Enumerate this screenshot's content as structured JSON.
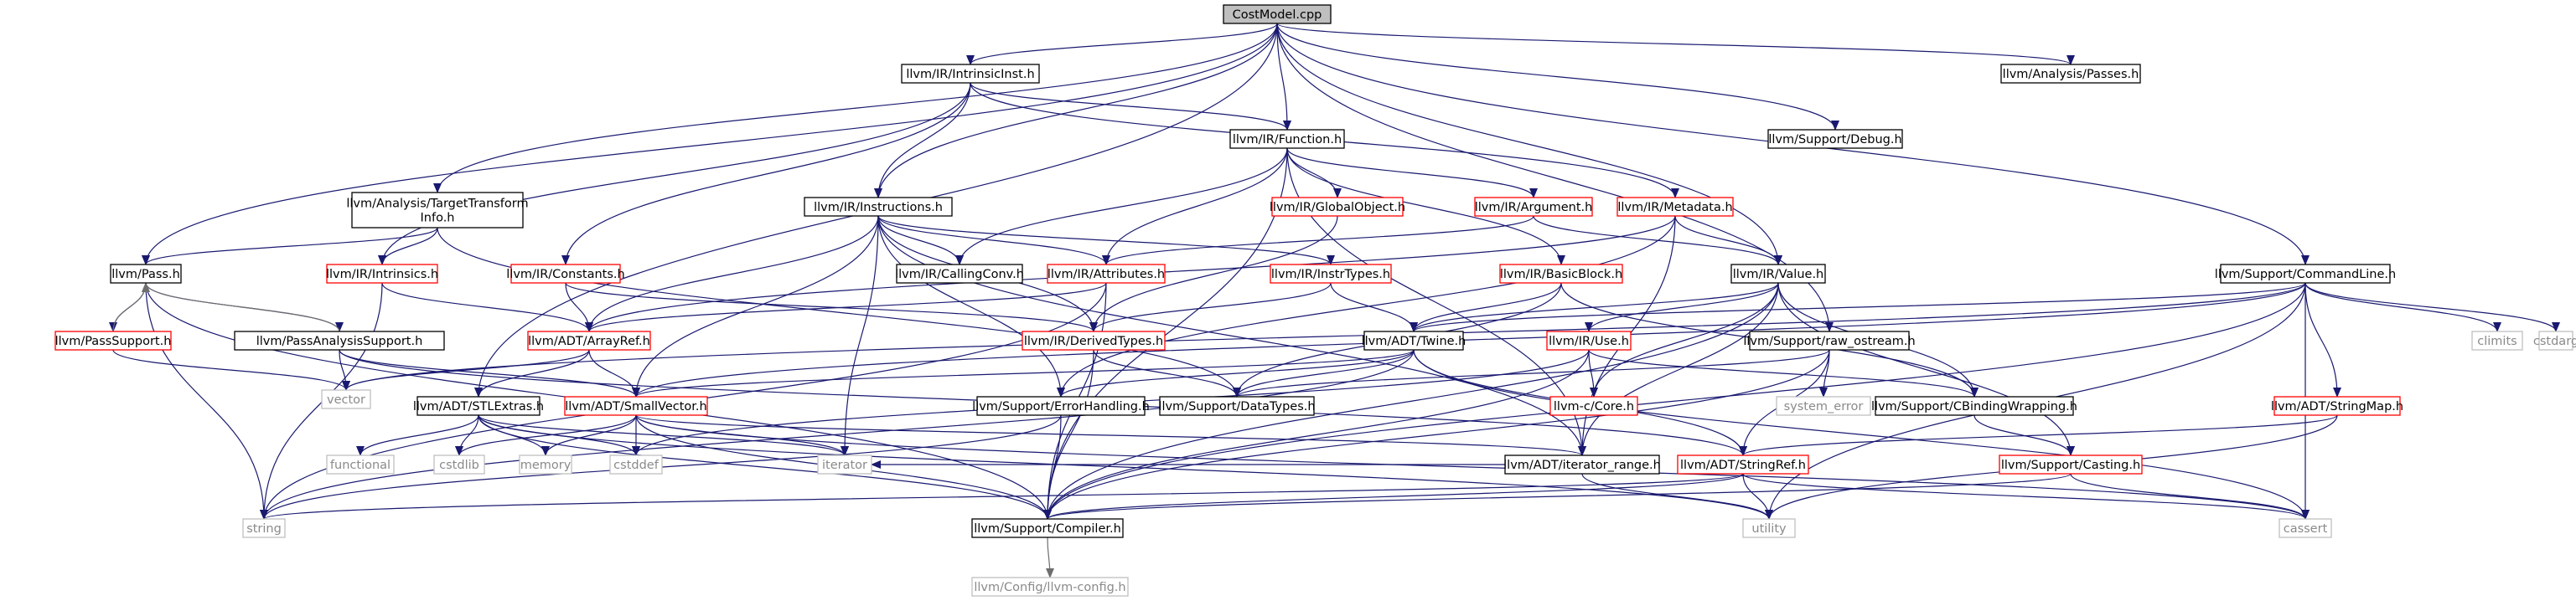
{
  "colors": {
    "edge": "#191970",
    "edge_alt": "#6e6e6e",
    "border_black": "#000000",
    "border_red": "#ff0000",
    "border_gray": "#bfbfbf",
    "root_fill": "#bfbfbf",
    "fill": "#ffffff"
  },
  "nodes": [
    {
      "id": "costmodel",
      "lines": [
        "CostModel.cpp"
      ],
      "kind": "root"
    },
    {
      "id": "intrinsicinst",
      "lines": [
        "llvm/IR/IntrinsicInst.h"
      ],
      "kind": "black"
    },
    {
      "id": "passes",
      "lines": [
        "llvm/Analysis/Passes.h"
      ],
      "kind": "black"
    },
    {
      "id": "function",
      "lines": [
        "llvm/IR/Function.h"
      ],
      "kind": "black"
    },
    {
      "id": "debug",
      "lines": [
        "llvm/Support/Debug.h"
      ],
      "kind": "black"
    },
    {
      "id": "tti",
      "lines": [
        "llvm/Analysis/TargetTransform",
        "Info.h"
      ],
      "kind": "black"
    },
    {
      "id": "instructions",
      "lines": [
        "llvm/IR/Instructions.h"
      ],
      "kind": "black"
    },
    {
      "id": "globalobject",
      "lines": [
        "llvm/IR/GlobalObject.h"
      ],
      "kind": "red"
    },
    {
      "id": "argument",
      "lines": [
        "llvm/IR/Argument.h"
      ],
      "kind": "red"
    },
    {
      "id": "metadata",
      "lines": [
        "llvm/IR/Metadata.h"
      ],
      "kind": "red"
    },
    {
      "id": "pass",
      "lines": [
        "llvm/Pass.h"
      ],
      "kind": "black"
    },
    {
      "id": "intrinsics",
      "lines": [
        "llvm/IR/Intrinsics.h"
      ],
      "kind": "red"
    },
    {
      "id": "constants",
      "lines": [
        "llvm/IR/Constants.h"
      ],
      "kind": "red"
    },
    {
      "id": "callingconv",
      "lines": [
        "llvm/IR/CallingConv.h"
      ],
      "kind": "black"
    },
    {
      "id": "attributes",
      "lines": [
        "llvm/IR/Attributes.h"
      ],
      "kind": "red"
    },
    {
      "id": "instrtypes",
      "lines": [
        "llvm/IR/InstrTypes.h"
      ],
      "kind": "red"
    },
    {
      "id": "basicblock",
      "lines": [
        "llvm/IR/BasicBlock.h"
      ],
      "kind": "red"
    },
    {
      "id": "value",
      "lines": [
        "llvm/IR/Value.h"
      ],
      "kind": "black"
    },
    {
      "id": "commandline",
      "lines": [
        "llvm/Support/CommandLine.h"
      ],
      "kind": "black"
    },
    {
      "id": "passsupport",
      "lines": [
        "llvm/PassSupport.h"
      ],
      "kind": "red"
    },
    {
      "id": "passanalysis",
      "lines": [
        "llvm/PassAnalysisSupport.h"
      ],
      "kind": "black"
    },
    {
      "id": "arrayref",
      "lines": [
        "llvm/ADT/ArrayRef.h"
      ],
      "kind": "red"
    },
    {
      "id": "derivedtypes",
      "lines": [
        "llvm/IR/DerivedTypes.h"
      ],
      "kind": "red"
    },
    {
      "id": "twine",
      "lines": [
        "llvm/ADT/Twine.h"
      ],
      "kind": "black"
    },
    {
      "id": "use",
      "lines": [
        "llvm/IR/Use.h"
      ],
      "kind": "red"
    },
    {
      "id": "rawostream",
      "lines": [
        "llvm/Support/raw_ostream.h"
      ],
      "kind": "black"
    },
    {
      "id": "climits",
      "lines": [
        "climits"
      ],
      "kind": "gray"
    },
    {
      "id": "cstdarg",
      "lines": [
        "cstdarg"
      ],
      "kind": "gray"
    },
    {
      "id": "vector",
      "lines": [
        "vector"
      ],
      "kind": "gray"
    },
    {
      "id": "stlextras",
      "lines": [
        "llvm/ADT/STLExtras.h"
      ],
      "kind": "black"
    },
    {
      "id": "smallvector",
      "lines": [
        "llvm/ADT/SmallVector.h"
      ],
      "kind": "red"
    },
    {
      "id": "errorhandling",
      "lines": [
        "llvm/Support/ErrorHandling.h"
      ],
      "kind": "black"
    },
    {
      "id": "datatypes",
      "lines": [
        "llvm/Support/DataTypes.h"
      ],
      "kind": "black"
    },
    {
      "id": "llvmccore",
      "lines": [
        "llvm-c/Core.h"
      ],
      "kind": "red"
    },
    {
      "id": "systemerror",
      "lines": [
        "system_error"
      ],
      "kind": "gray"
    },
    {
      "id": "cbinding",
      "lines": [
        "llvm/Support/CBindingWrapping.h"
      ],
      "kind": "black"
    },
    {
      "id": "stringmap",
      "lines": [
        "llvm/ADT/StringMap.h"
      ],
      "kind": "red"
    },
    {
      "id": "functional",
      "lines": [
        "functional"
      ],
      "kind": "gray"
    },
    {
      "id": "cstdlib",
      "lines": [
        "cstdlib"
      ],
      "kind": "gray"
    },
    {
      "id": "memory",
      "lines": [
        "memory"
      ],
      "kind": "gray"
    },
    {
      "id": "cstddef",
      "lines": [
        "cstddef"
      ],
      "kind": "gray"
    },
    {
      "id": "iterator",
      "lines": [
        "iterator"
      ],
      "kind": "gray"
    },
    {
      "id": "iteratorrange",
      "lines": [
        "llvm/ADT/iterator_range.h"
      ],
      "kind": "black"
    },
    {
      "id": "stringref",
      "lines": [
        "llvm/ADT/StringRef.h"
      ],
      "kind": "red"
    },
    {
      "id": "casting",
      "lines": [
        "llvm/Support/Casting.h"
      ],
      "kind": "red"
    },
    {
      "id": "string",
      "lines": [
        "string"
      ],
      "kind": "gray"
    },
    {
      "id": "compiler",
      "lines": [
        "llvm/Support/Compiler.h"
      ],
      "kind": "black"
    },
    {
      "id": "utility",
      "lines": [
        "utility"
      ],
      "kind": "gray"
    },
    {
      "id": "cassert",
      "lines": [
        "cassert"
      ],
      "kind": "gray"
    },
    {
      "id": "llvmconfig",
      "lines": [
        "llvm/Config/llvm-config.h"
      ],
      "kind": "gray"
    }
  ],
  "edges": [
    [
      "costmodel",
      "intrinsicinst"
    ],
    [
      "costmodel",
      "passes"
    ],
    [
      "costmodel",
      "function"
    ],
    [
      "costmodel",
      "debug"
    ],
    [
      "costmodel",
      "tti"
    ],
    [
      "costmodel",
      "instructions"
    ],
    [
      "costmodel",
      "pass"
    ],
    [
      "costmodel",
      "value"
    ],
    [
      "costmodel",
      "commandline"
    ],
    [
      "costmodel",
      "rawostream"
    ],
    [
      "costmodel",
      "stlextras"
    ],
    [
      "intrinsicinst",
      "function"
    ],
    [
      "intrinsicinst",
      "instructions"
    ],
    [
      "intrinsicinst",
      "intrinsics"
    ],
    [
      "intrinsicinst",
      "constants"
    ],
    [
      "intrinsicinst",
      "metadata"
    ],
    [
      "function",
      "globalobject"
    ],
    [
      "function",
      "argument"
    ],
    [
      "function",
      "basicblock"
    ],
    [
      "function",
      "attributes"
    ],
    [
      "function",
      "callingconv"
    ],
    [
      "function",
      "iteratorrange"
    ],
    [
      "function",
      "compiler"
    ],
    [
      "tti",
      "intrinsics"
    ],
    [
      "tti",
      "pass"
    ],
    [
      "tti",
      "datatypes"
    ],
    [
      "instructions",
      "attributes"
    ],
    [
      "instructions",
      "callingconv"
    ],
    [
      "instructions",
      "instrtypes"
    ],
    [
      "instructions",
      "derivedtypes"
    ],
    [
      "instructions",
      "arrayref"
    ],
    [
      "instructions",
      "smallvector"
    ],
    [
      "instructions",
      "iterator"
    ],
    [
      "instructions",
      "errorhandling"
    ],
    [
      "instructions",
      "iteratorrange"
    ],
    [
      "globalobject",
      "derivedtypes"
    ],
    [
      "argument",
      "value"
    ],
    [
      "argument",
      "attributes"
    ],
    [
      "metadata",
      "value"
    ],
    [
      "metadata",
      "arrayref"
    ],
    [
      "metadata",
      "iteratorrange"
    ],
    [
      "metadata",
      "errorhandling"
    ],
    [
      "pass",
      "passsupport"
    ],
    [
      "pass",
      "passanalysis"
    ],
    [
      "pass",
      "string"
    ],
    [
      "pass",
      "compiler"
    ],
    [
      "intrinsics",
      "arrayref"
    ],
    [
      "intrinsics",
      "string"
    ],
    [
      "constants",
      "arrayref"
    ],
    [
      "constants",
      "derivedtypes"
    ],
    [
      "attributes",
      "arrayref"
    ],
    [
      "attributes",
      "compiler"
    ],
    [
      "attributes",
      "string"
    ],
    [
      "instrtypes",
      "derivedtypes"
    ],
    [
      "instrtypes",
      "twine"
    ],
    [
      "basicblock",
      "twine"
    ],
    [
      "basicblock",
      "datatypes"
    ],
    [
      "basicblock",
      "cbinding"
    ],
    [
      "value",
      "use"
    ],
    [
      "value",
      "twine"
    ],
    [
      "value",
      "cbinding"
    ],
    [
      "value",
      "llvmccore"
    ],
    [
      "value",
      "casting"
    ],
    [
      "value",
      "compiler"
    ],
    [
      "value",
      "iteratorrange"
    ],
    [
      "commandline",
      "twine"
    ],
    [
      "commandline",
      "stringmap"
    ],
    [
      "commandline",
      "climits"
    ],
    [
      "commandline",
      "cstdarg"
    ],
    [
      "commandline",
      "vector"
    ],
    [
      "commandline",
      "utility"
    ],
    [
      "commandline",
      "cassert"
    ],
    [
      "commandline",
      "compiler"
    ],
    [
      "commandline",
      "smallvector"
    ],
    [
      "passsupport",
      "pass"
    ],
    [
      "passsupport",
      "vector"
    ],
    [
      "passanalysis",
      "pass"
    ],
    [
      "passanalysis",
      "vector"
    ],
    [
      "passanalysis",
      "smallvector"
    ],
    [
      "passanalysis",
      "stringref"
    ],
    [
      "arrayref",
      "vector"
    ],
    [
      "arrayref",
      "stlextras"
    ],
    [
      "arrayref",
      "smallvector"
    ],
    [
      "derivedtypes",
      "compiler"
    ],
    [
      "derivedtypes",
      "datatypes"
    ],
    [
      "twine",
      "smallvector"
    ],
    [
      "twine",
      "stringref"
    ],
    [
      "twine",
      "errorhandling"
    ],
    [
      "twine",
      "datatypes"
    ],
    [
      "twine",
      "cassert"
    ],
    [
      "twine",
      "string"
    ],
    [
      "use",
      "compiler"
    ],
    [
      "use",
      "llvmccore"
    ],
    [
      "use",
      "cbinding"
    ],
    [
      "use",
      "cstddef"
    ],
    [
      "rawostream",
      "compiler"
    ],
    [
      "rawostream",
      "datatypes"
    ],
    [
      "rawostream",
      "systemerror"
    ],
    [
      "rawostream",
      "stringref"
    ],
    [
      "stlextras",
      "functional"
    ],
    [
      "stlextras",
      "cstdlib"
    ],
    [
      "stlextras",
      "memory"
    ],
    [
      "stlextras",
      "cstddef"
    ],
    [
      "stlextras",
      "iterator"
    ],
    [
      "stlextras",
      "compiler"
    ],
    [
      "stlextras",
      "utility"
    ],
    [
      "smallvector",
      "memory"
    ],
    [
      "smallvector",
      "cstddef"
    ],
    [
      "smallvector",
      "cstdlib"
    ],
    [
      "smallvector",
      "iterator"
    ],
    [
      "smallvector",
      "compiler"
    ],
    [
      "smallvector",
      "iteratorrange"
    ],
    [
      "smallvector",
      "cassert"
    ],
    [
      "errorhandling",
      "compiler"
    ],
    [
      "errorhandling",
      "string"
    ],
    [
      "cbinding",
      "casting"
    ],
    [
      "stringmap",
      "stringref"
    ],
    [
      "stringmap",
      "utility"
    ],
    [
      "iteratorrange",
      "utility"
    ],
    [
      "iteratorrange",
      "iterator"
    ],
    [
      "stringref",
      "compiler"
    ],
    [
      "stringref",
      "utility"
    ],
    [
      "stringref",
      "string"
    ],
    [
      "stringref",
      "cassert"
    ],
    [
      "casting",
      "compiler"
    ],
    [
      "casting",
      "cassert"
    ],
    [
      "compiler",
      "llvmconfig"
    ]
  ]
}
